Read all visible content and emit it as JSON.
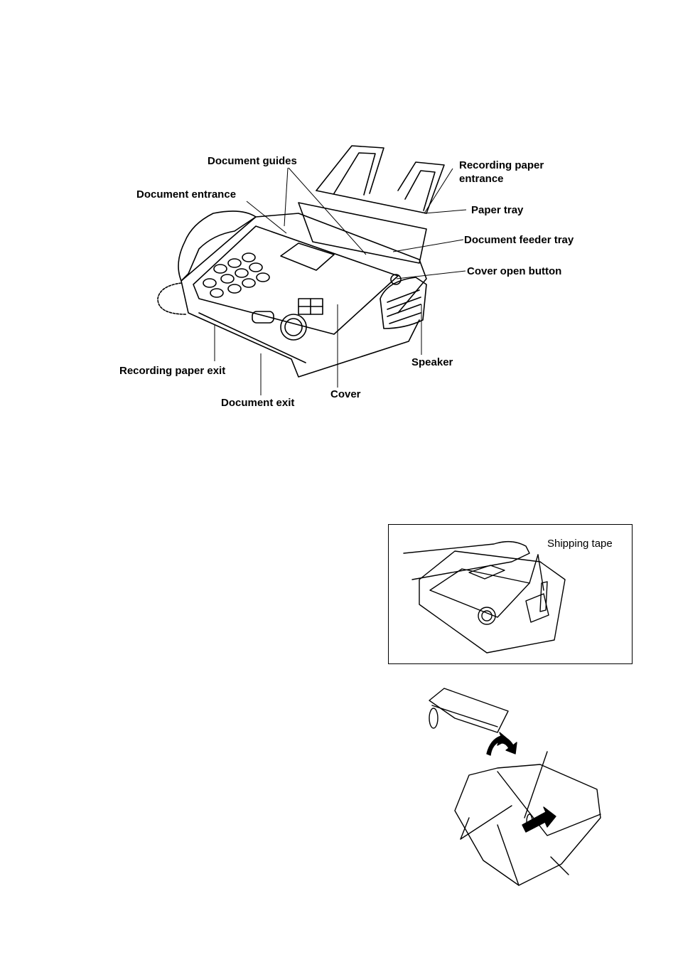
{
  "diagram": {
    "labels": {
      "document_guides": "Document guides",
      "document_entrance": "Document entrance",
      "recording_paper_entrance_line1": "Recording paper",
      "recording_paper_entrance_line2": "entrance",
      "paper_tray": "Paper tray",
      "document_feeder_tray": "Document feeder tray",
      "cover_open_button": "Cover open button",
      "speaker": "Speaker",
      "recording_paper_exit": "Recording paper exit",
      "document_exit": "Document exit",
      "cover": "Cover"
    },
    "inset": {
      "shipping_tape": "Shipping tape"
    }
  }
}
